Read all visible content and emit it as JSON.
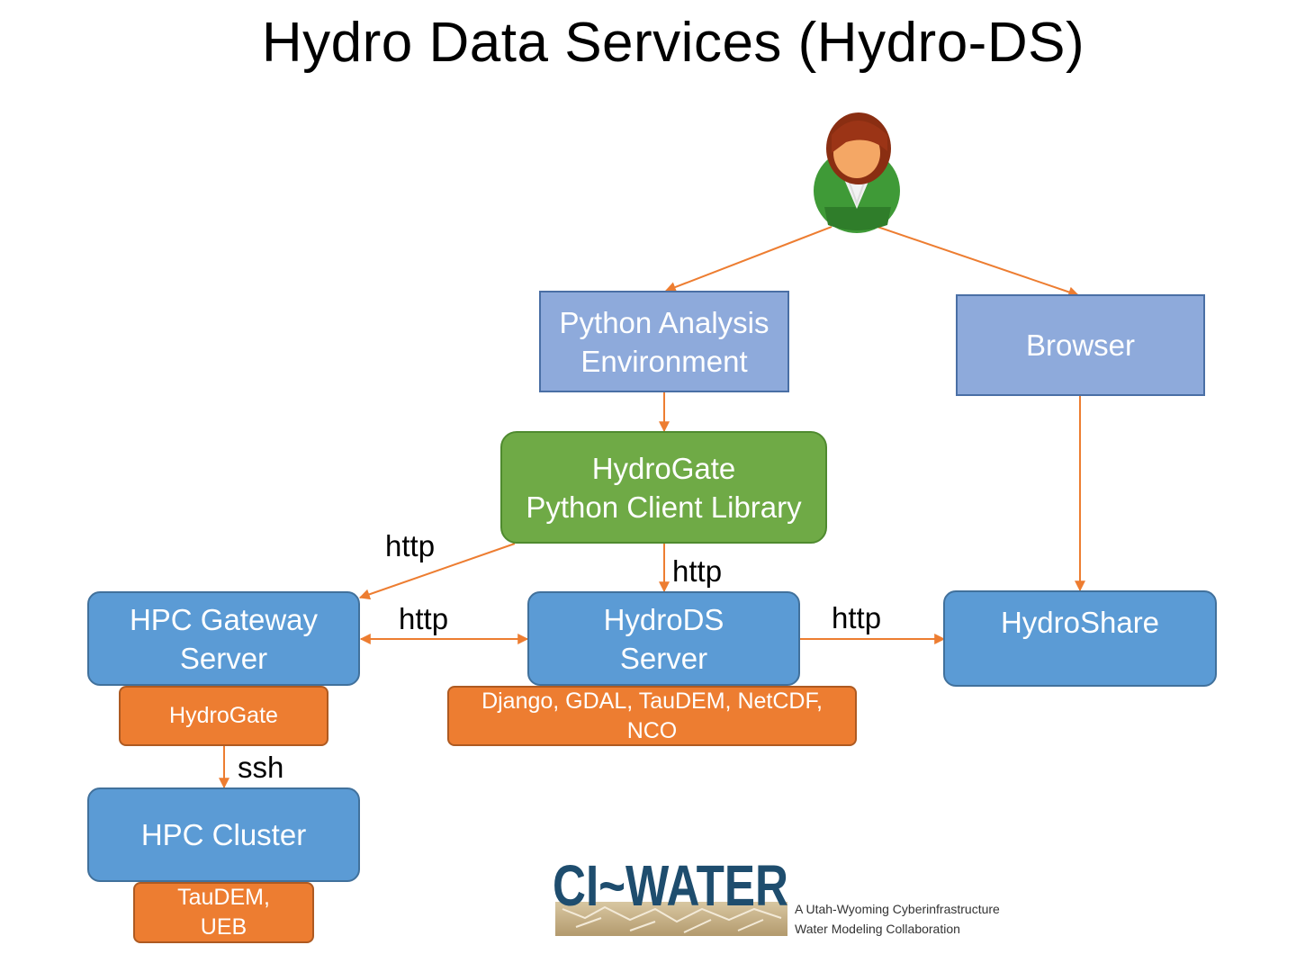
{
  "title": "Hydro Data Services (Hydro-DS)",
  "nodes": {
    "python_env": "Python Analysis\nEnvironment",
    "browser": "Browser",
    "hydrogate_lib": "HydroGate\nPython Client Library",
    "hpc_gateway": "HPC Gateway\nServer",
    "hydrods_server": "HydroDS\nServer",
    "hydroshare": "HydroShare",
    "hydrogate": "HydroGate",
    "hydrods_tools": "Django, GDAL, TauDEM, NetCDF,\nNCO",
    "hpc_cluster": "HPC Cluster",
    "cluster_tools": "TauDEM,\nUEB"
  },
  "edge_labels": {
    "lib_to_gateway": "http",
    "lib_to_hydrods": "http",
    "gateway_hydrods": "http",
    "hydrods_to_hydroshare": "http",
    "gateway_to_cluster": "ssh"
  },
  "brand": {
    "logo_text": "CI~WATER",
    "tagline_1": "A Utah-Wyoming Cyberinfrastructure",
    "tagline_2": "Water Modeling Collaboration"
  },
  "colors": {
    "arrow": "#ed7d31",
    "light_blue": "#8eaadb",
    "green": "#6faa46",
    "blue": "#5b9bd5",
    "orange": "#ed7d31",
    "logo_blue": "#1e4d6e"
  },
  "icons": [
    "user-icon"
  ]
}
